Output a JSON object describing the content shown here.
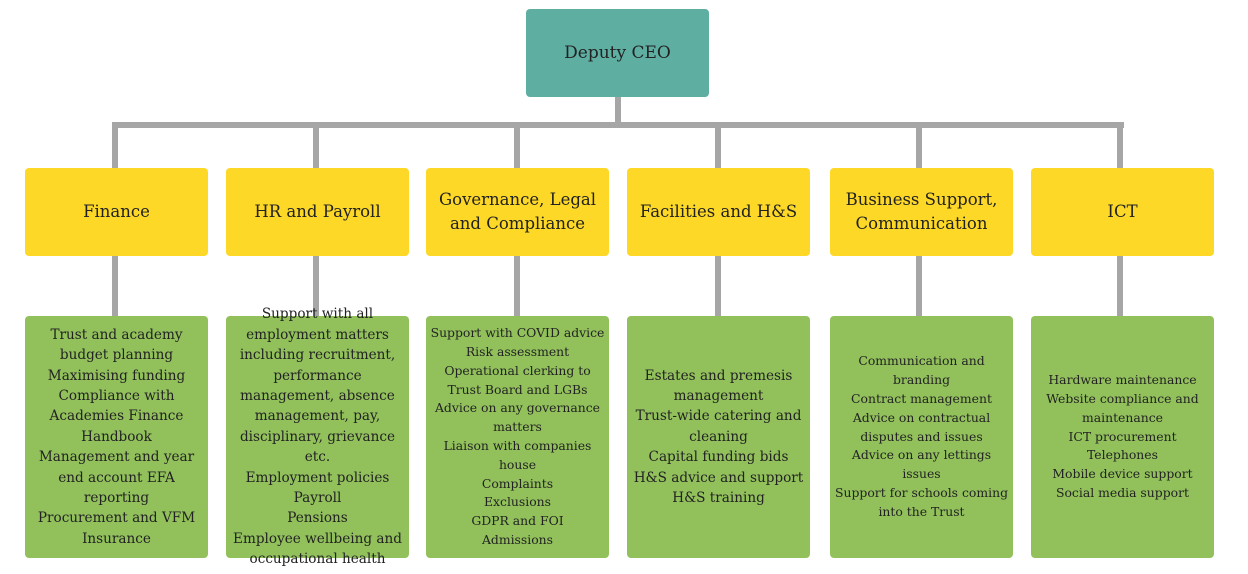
{
  "root": {
    "label": "Deputy CEO"
  },
  "departments": [
    {
      "label": "Finance",
      "tasks": [
        "Trust and academy budget planning",
        "Maximising funding",
        "Compliance with Academies Finance Handbook",
        "Management and year end account EFA reporting",
        "Procurement and VFM",
        "Insurance"
      ]
    },
    {
      "label": "HR and Payroll",
      "tasks": [
        "Support with all employment matters including recruitment, performance management, absence management, pay, disciplinary, grievance etc.",
        "Employment policies",
        "Payroll",
        "Pensions",
        "Employee wellbeing and occupational health"
      ]
    },
    {
      "label": "Governance, Legal and Compliance",
      "tasks": [
        "Support with COVID advice",
        "Risk assessment",
        "Operational clerking to Trust Board and LGBs",
        "Advice on any governance matters",
        "Liaison with companies house",
        "Complaints",
        "Exclusions",
        "GDPR and FOI",
        "Admissions"
      ]
    },
    {
      "label": "Facilities and H&S",
      "tasks": [
        "Estates and premesis management",
        "Trust-wide catering and cleaning",
        "Capital funding bids",
        "H&S advice and support",
        "H&S training"
      ]
    },
    {
      "label": "Business Support, Communication",
      "tasks": [
        "Communication and branding",
        "Contract management",
        "Advice on contractual disputes and issues",
        "Advice on any lettings issues",
        "Support for schools coming into the Trust"
      ]
    },
    {
      "label": "ICT",
      "tasks": [
        "Hardware maintenance",
        "Website compliance and maintenance",
        "ICT procurement",
        "Telephones",
        "Mobile device support",
        "Social media support"
      ]
    }
  ],
  "colors": {
    "root": "#5faea2",
    "department": "#fdd826",
    "tasks": "#92c15c",
    "connector": "#a6a6a6"
  }
}
